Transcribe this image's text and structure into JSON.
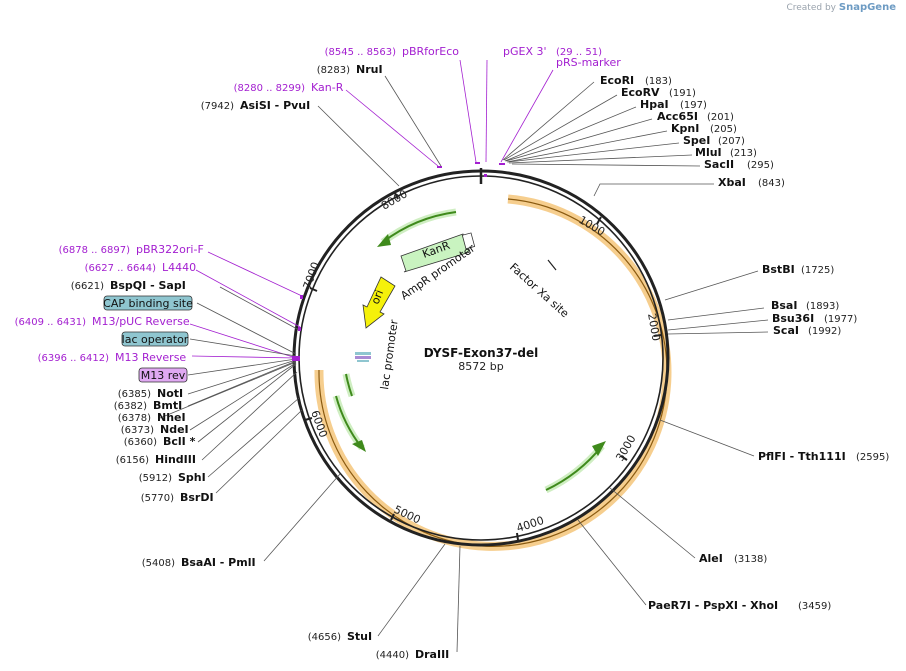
{
  "credit": {
    "prefix": "Created by",
    "brand": "SnapGene"
  },
  "plasmid": {
    "name": "DYSF-Exon37-del",
    "length_label": "8572 bp"
  },
  "ticks": [
    "1000",
    "2000",
    "3000",
    "4000",
    "5000",
    "6000",
    "7000",
    "8000"
  ],
  "sites_right": [
    {
      "name": "EcoRI",
      "pos": "(183)"
    },
    {
      "name": "EcoRV",
      "pos": "(191)"
    },
    {
      "name": "HpaI",
      "pos": "(197)"
    },
    {
      "name": "Acc65I",
      "pos": "(201)"
    },
    {
      "name": "KpnI",
      "pos": "(205)"
    },
    {
      "name": "SpeI",
      "pos": "(207)"
    },
    {
      "name": "MluI",
      "pos": "(213)"
    },
    {
      "name": "SacII",
      "pos": "(295)"
    },
    {
      "name": "XbaI",
      "pos": "(843)"
    },
    {
      "name": "BstBI",
      "pos": "(1725)"
    },
    {
      "name": "BsaI",
      "pos": "(1893)"
    },
    {
      "name": "Bsu36I",
      "pos": "(1977)"
    },
    {
      "name": "ScaI",
      "pos": "(1992)"
    },
    {
      "name": "PflFI  -  Tth111I",
      "pos": "(2595)"
    },
    {
      "name": "AleI",
      "pos": "(3138)"
    },
    {
      "name": "PaeR7I  -  PspXI  -  XhoI",
      "pos": "(3459)"
    }
  ],
  "sites_left": [
    {
      "pos": "(8283)",
      "name": "NruI"
    },
    {
      "pos": "(7942)",
      "name": "AsiSI  -  PvuI"
    },
    {
      "pos": "(6621)",
      "name": "BspQI  -  SapI"
    },
    {
      "pos": "(6385)",
      "name": "NotI"
    },
    {
      "pos": "(6382)",
      "name": "BmtI"
    },
    {
      "pos": "(6378)",
      "name": "NheI"
    },
    {
      "pos": "(6373)",
      "name": "NdeI"
    },
    {
      "pos": "(6360)",
      "name": "BclI *"
    },
    {
      "pos": "(6156)",
      "name": "HindIII"
    },
    {
      "pos": "(5912)",
      "name": "SphI"
    },
    {
      "pos": "(5770)",
      "name": "BsrDI"
    },
    {
      "pos": "(5408)",
      "name": "BsaAI  -  PmlI"
    },
    {
      "pos": "(4656)",
      "name": "StuI"
    },
    {
      "pos": "(4440)",
      "name": "DraIII"
    }
  ],
  "primers": [
    {
      "pos": "(8545 .. 8563)",
      "name": "pBRforEco"
    },
    {
      "pos": "",
      "name": "pGEX 3'"
    },
    {
      "pos": "(29 .. 51)",
      "name": "pRS-marker"
    },
    {
      "pos": "(8280 .. 8299)",
      "name": "Kan-R"
    },
    {
      "pos": "(6878 .. 6897)",
      "name": "pBR322ori-F"
    },
    {
      "pos": "(6627 .. 6644)",
      "name": "L4440"
    },
    {
      "pos": "(6409 .. 6431)",
      "name": "M13/pUC Reverse"
    },
    {
      "pos": "(6396 .. 6412)",
      "name": "M13 Reverse"
    }
  ],
  "boxed_features": [
    {
      "name": "CAP binding site",
      "color": "#8fc6d0"
    },
    {
      "name": "lac operator",
      "color": "#8fc6d0"
    },
    {
      "name": "M13 rev",
      "color": "#e0a9f2"
    }
  ],
  "features": [
    {
      "name": "KanR",
      "color": "#c9f3c0"
    },
    {
      "name": "AmpR promoter"
    },
    {
      "name": "ori",
      "color": "#f5f10a"
    },
    {
      "name": "lac promoter"
    },
    {
      "name": "Factor Xa site"
    }
  ],
  "colors": {
    "backbone": "#222222",
    "insert": "#f4c57a",
    "primer": "#a31fd0",
    "arrow_green": "#3f8a1c"
  }
}
